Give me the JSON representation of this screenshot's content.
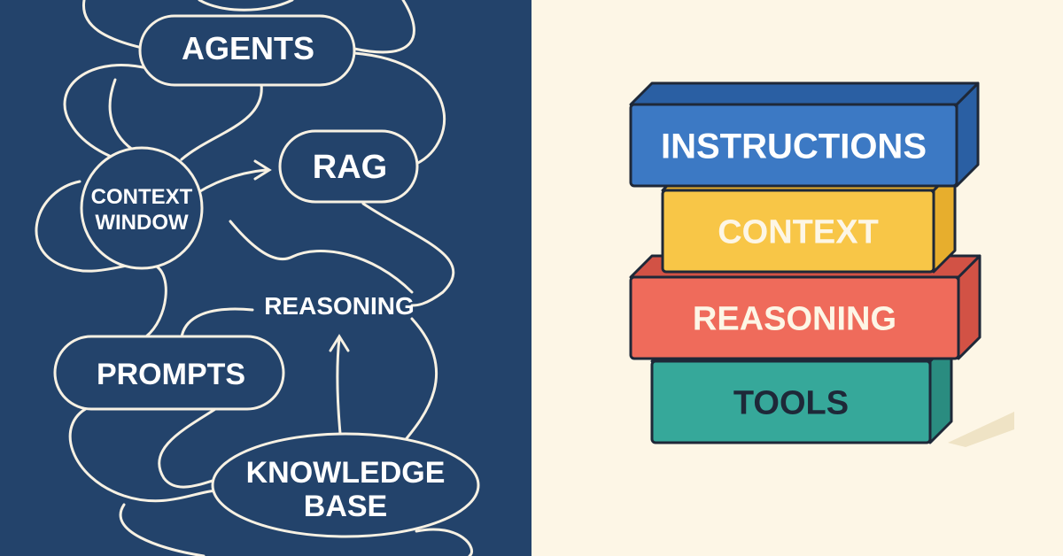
{
  "left_diagram": {
    "background": "#23436B",
    "line_color": "#F7F1E3",
    "nodes": {
      "agents": "AGENTS",
      "rag": "RAG",
      "context_window_line1": "CONTEXT",
      "context_window_line2": "WINDOW",
      "reasoning": "REASONING",
      "prompts": "PROMPTS",
      "knowledge_base_line1": "KNOWLEDGE",
      "knowledge_base_line2": "BASE"
    }
  },
  "right_stack": {
    "background": "#FDF6E6",
    "outline_color": "#1E2838",
    "blocks": [
      {
        "label": "INSTRUCTIONS",
        "color": "#3C79C4",
        "side_color": "#2A5FA3",
        "text_color": "#FFFFFF"
      },
      {
        "label": "CONTEXT",
        "color": "#F8C647",
        "side_color": "#E7AE2D",
        "text_color": "#FDF6E6"
      },
      {
        "label": "REASONING",
        "color": "#EF6B5B",
        "side_color": "#D25245",
        "text_color": "#FDF6E6"
      },
      {
        "label": "TOOLS",
        "color": "#36A89A",
        "side_color": "#2A8C80",
        "text_color": "#1E2838"
      }
    ]
  }
}
